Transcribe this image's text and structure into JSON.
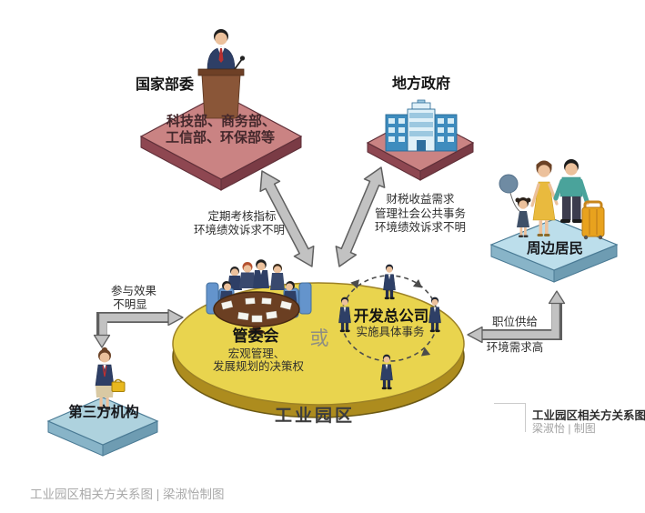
{
  "nodes": {
    "national_ministries": {
      "label": "国家部委",
      "platform_line1": "科技部、商务部、",
      "platform_line2": "工信部、环保部等"
    },
    "local_government": {
      "label": "地方政府"
    },
    "nearby_residents": {
      "label": "周边居民"
    },
    "third_party": {
      "label": "第三方机构"
    },
    "industrial_park": {
      "label": "工业园区",
      "or": "或",
      "committee": {
        "name": "管委会",
        "desc_line1": "宏观管理、",
        "desc_line2": "发展规划的决策权"
      },
      "company": {
        "name": "开发总公司",
        "desc": "实施具体事务"
      }
    }
  },
  "edges": {
    "ministries_park": {
      "line1": "定期考核指标",
      "line2": "环境绩效诉求不明"
    },
    "government_park": {
      "line1": "财税收益需求",
      "line2": "管理社会公共事务",
      "line3": "环境绩效诉求不明"
    },
    "park_third_party": {
      "line1": "参与效果",
      "line2": "不明显"
    },
    "park_residents": {
      "line1": "职位供给",
      "line2": "环境需求高"
    }
  },
  "footer": {
    "legend_title": "工业园区相关方关系图",
    "legend_credit": "梁淑怡 | 制图",
    "caption": "工业园区相关方关系图 | 梁淑怡制图"
  },
  "colors": {
    "platform_pink_top": "#ca8383",
    "platform_pink_side": "#7a3b45",
    "platform_blue_top": "#bcdeeb",
    "platform_blue_side": "#6e9cb2",
    "park_yellow_top": "#e9d44e",
    "park_yellow_side": "#ad8c1e",
    "arrow_gray": "#c2c2c2",
    "arrow_outline": "#5f5f5f",
    "suit_navy": "#2e3f66",
    "chair_blue": "#6494cc",
    "table_brown": "#6b3f22"
  }
}
